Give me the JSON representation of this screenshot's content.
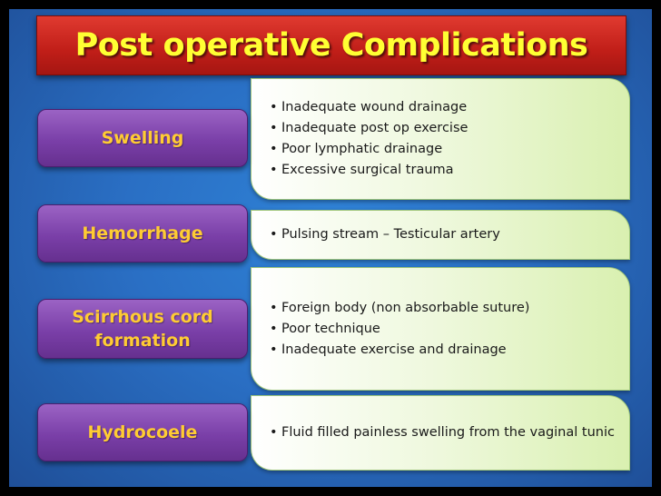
{
  "title": "Post operative Complications",
  "rows": [
    {
      "label": "Swelling",
      "items": [
        "Inadequate wound drainage",
        "Inadequate post op exercise",
        "Poor lymphatic drainage",
        "Excessive surgical trauma"
      ]
    },
    {
      "label": "Hemorrhage",
      "items": [
        "Pulsing stream – Testicular artery"
      ]
    },
    {
      "label": "Scirrhous cord formation",
      "items": [
        "Foreign body (non absorbable suture)",
        "Poor technique",
        "Inadequate exercise and drainage"
      ]
    },
    {
      "label": "Hydrocoele",
      "items": [
        "Fluid filled painless swelling from the vaginal tunic"
      ]
    }
  ],
  "colors": {
    "background": "#2a6fc4",
    "title_bar": "#c01e18",
    "title_text": "#ffff33",
    "label_box": "#7a3fa8",
    "label_text": "#ffcc33",
    "content_box": "#eef8dc"
  }
}
